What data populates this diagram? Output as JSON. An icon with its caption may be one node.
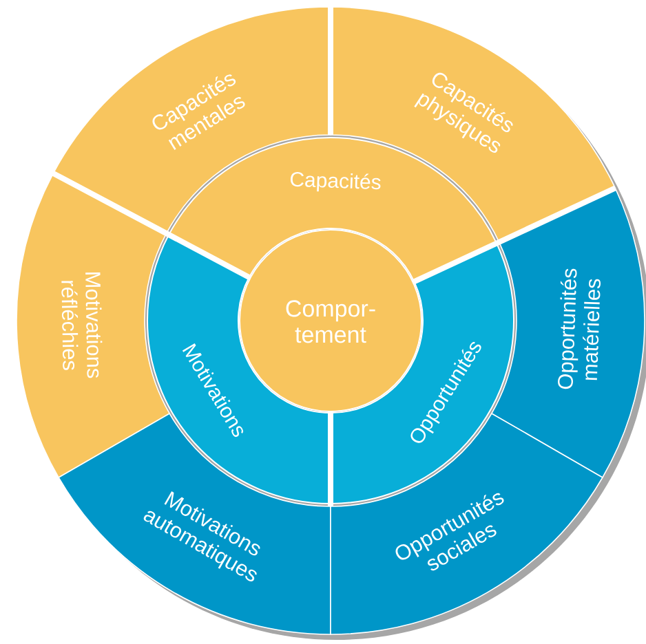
{
  "diagram": {
    "nodes": [
      {
        "text": [
          "Compor-tement"
        ]
      },
      {
        "text": [
          "Capacités"
        ]
      },
      {
        "text": [
          "Motivations"
        ]
      },
      {
        "text": [
          "Opportunités"
        ]
      },
      {
        "text": [
          "Capacités mentales"
        ]
      },
      {
        "text": [
          "Capacités physiques"
        ]
      },
      {
        "text": [
          "Motivations réfléchies"
        ]
      },
      {
        "text": [
          "Opportunités matérielles"
        ]
      },
      {
        "text": [
          "Motivations automatiques"
        ]
      },
      {
        "text": [
          "Opportunités sociales"
        ]
      }
    ]
  }
}
